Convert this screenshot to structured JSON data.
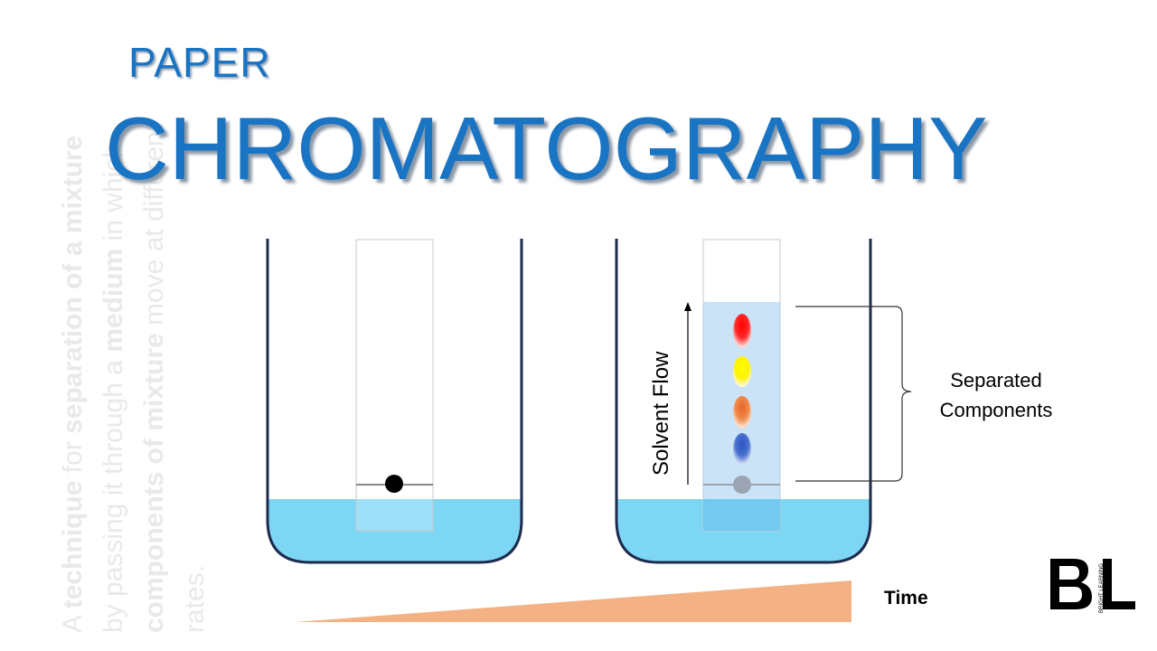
{
  "slide": {
    "title_small": "PAPER",
    "title_big": "CHROMATOGRAPHY",
    "side_definition": {
      "line1_parts": [
        "A ",
        "technique",
        " for ",
        "separation of a mixture"
      ],
      "line2_parts": [
        "by passing it through a ",
        "medium",
        " in which"
      ],
      "line3_parts": [
        "components of mixture",
        " move at different"
      ],
      "line4": "rates."
    }
  },
  "diagram": {
    "flow_label": "Solvent Flow",
    "separated_label_line1": "Separated",
    "separated_label_line2": "Components",
    "time_label": "Time",
    "spot_colors": [
      "#ff1a1a",
      "#ffef00",
      "#f07a2a",
      "#2f5fc4",
      "#9aa4b2"
    ],
    "solvent_color": "#7ed6f5",
    "time_wedge_color": "#f4b183"
  },
  "logo": {
    "letters": "BL",
    "text": "BRIGHT LEARNING"
  }
}
